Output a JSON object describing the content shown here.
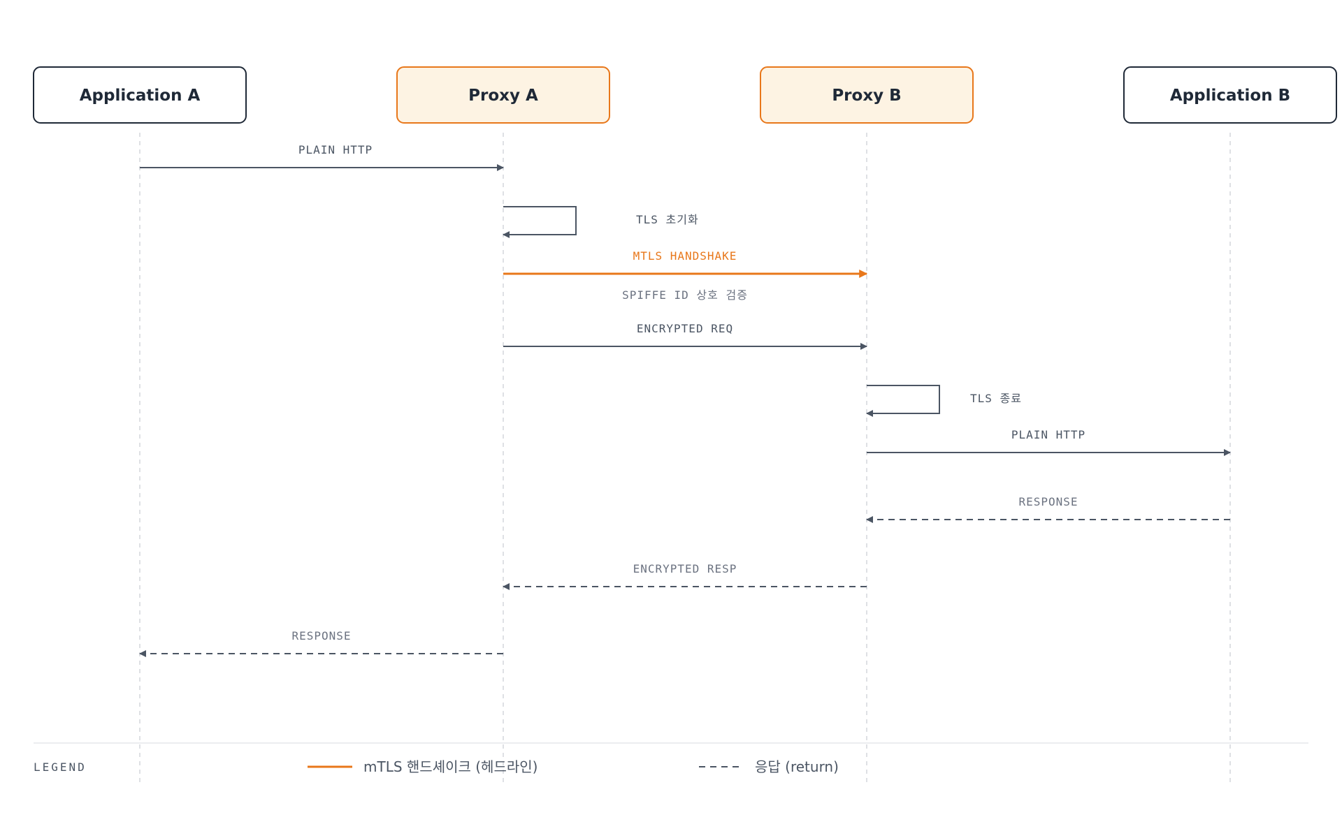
{
  "actors": [
    {
      "id": "app-a",
      "label": "Application A",
      "kind": "application"
    },
    {
      "id": "proxy-a",
      "label": "Proxy A",
      "kind": "proxy"
    },
    {
      "id": "proxy-b",
      "label": "Proxy B",
      "kind": "proxy"
    },
    {
      "id": "app-b",
      "label": "Application B",
      "kind": "application"
    }
  ],
  "messages": [
    {
      "label": "PLAIN HTTP",
      "from": "app-a",
      "to": "proxy-a",
      "style": "solid"
    },
    {
      "label": "TLS 초기화",
      "from": "proxy-a",
      "to": "proxy-a",
      "style": "self"
    },
    {
      "label": "MTLS HANDSHAKE",
      "sublabel": "SPIFFE ID 상호 검증",
      "from": "proxy-a",
      "to": "proxy-b",
      "style": "highlight"
    },
    {
      "label": "ENCRYPTED REQ",
      "from": "proxy-a",
      "to": "proxy-b",
      "style": "solid"
    },
    {
      "label": "TLS 종료",
      "from": "proxy-b",
      "to": "proxy-b",
      "style": "self"
    },
    {
      "label": "PLAIN HTTP",
      "from": "proxy-b",
      "to": "app-b",
      "style": "solid"
    },
    {
      "label": "RESPONSE",
      "from": "app-b",
      "to": "proxy-b",
      "style": "dashed"
    },
    {
      "label": "ENCRYPTED RESP",
      "from": "proxy-b",
      "to": "proxy-a",
      "style": "dashed"
    },
    {
      "label": "RESPONSE",
      "from": "proxy-a",
      "to": "app-a",
      "style": "dashed"
    }
  ],
  "legend": {
    "title": "LEGEND",
    "highlight_label": "mTLS 핸드셰이크 (헤드라인)",
    "return_label": "응답 (return)"
  },
  "colors": {
    "accent": "#e8771a",
    "accent_fill": "#fdf3e3",
    "ink": "#1f2937",
    "line": "#4b5563",
    "muted": "#6b7280",
    "lifeline": "#c7cbd1",
    "divider": "#e5e7eb"
  }
}
